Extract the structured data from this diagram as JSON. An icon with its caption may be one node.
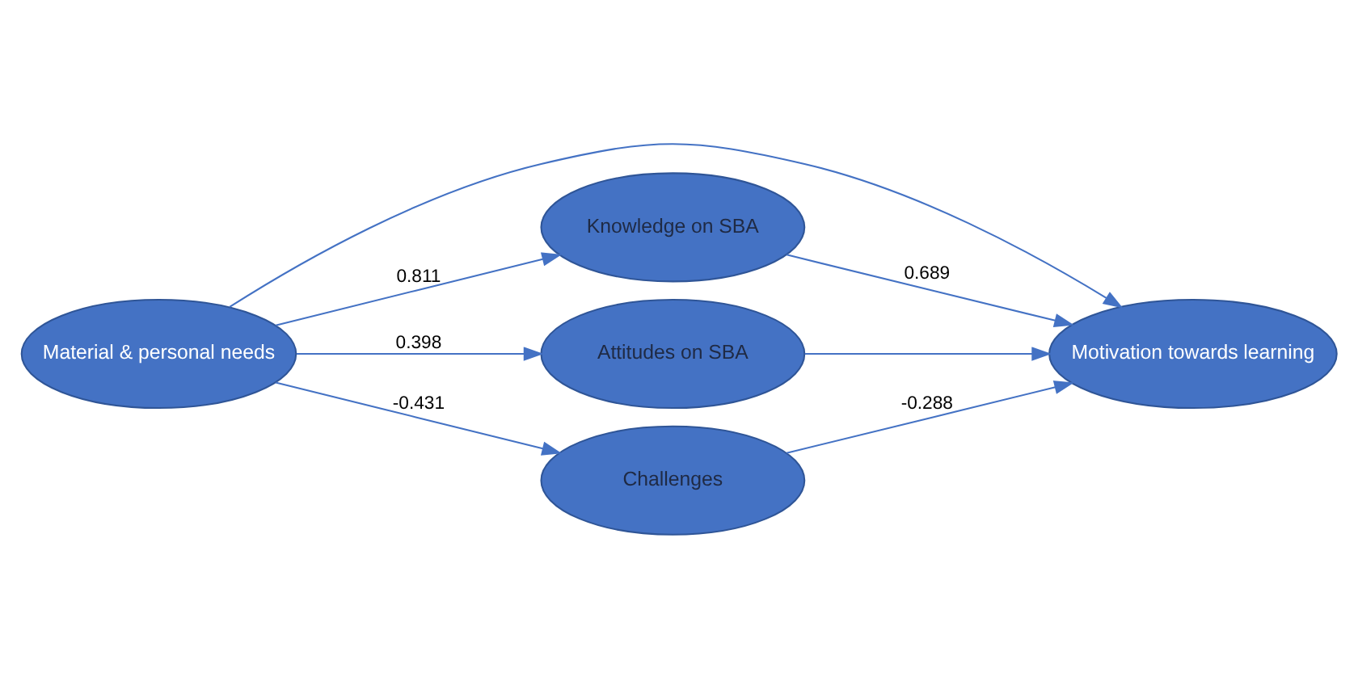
{
  "diagram": {
    "nodes": [
      {
        "text": [
          "Material & personal needs"
        ]
      },
      {
        "text": [
          "Motivation towards learning"
        ]
      },
      {
        "text": [
          "Knowledge on SBA"
        ]
      },
      {
        "text": [
          "Attitudes on SBA"
        ]
      },
      {
        "text": [
          "Challenges"
        ]
      }
    ],
    "edges": [
      {
        "from": 0,
        "to": 1,
        "arrow": "to"
      },
      {
        "from": 0,
        "to": 2,
        "arrow": "to",
        "label": "0.811"
      },
      {
        "from": 0,
        "to": 3,
        "arrow": "to",
        "label": "0.398"
      },
      {
        "from": 0,
        "to": 4,
        "arrow": "to",
        "label": "-0.431"
      },
      {
        "from": 2,
        "to": 1,
        "arrow": "to",
        "label": "0.689"
      },
      {
        "from": 3,
        "to": 1,
        "arrow": "to"
      },
      {
        "from": 4,
        "to": 1,
        "arrow": "to",
        "label": "-0.288"
      }
    ]
  }
}
